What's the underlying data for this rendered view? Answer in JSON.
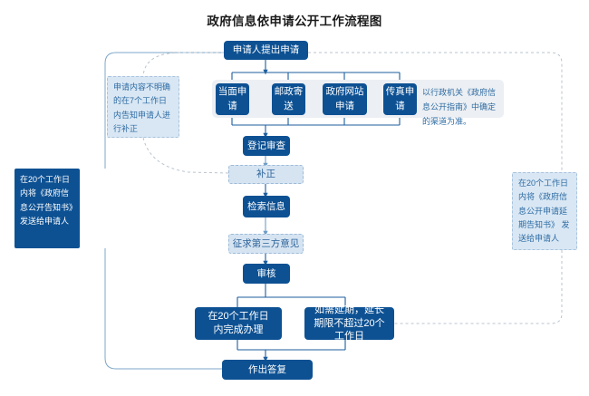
{
  "title": "政府信息依申请公开工作流程图",
  "colors": {
    "primary": "#0d5193",
    "light_box": "#d6e4f2",
    "light_text": "#2f6ca3",
    "panel": "#eceff3",
    "connector_solid": "#2f6ca3",
    "connector_dashed": "#aab9c7",
    "title_text": "#1b1b1b",
    "white": "#ffffff"
  },
  "nodes": {
    "start": {
      "label": "申请人提出申请",
      "style": "solid"
    },
    "channels": [
      {
        "label": "当面申请",
        "style": "solid"
      },
      {
        "label": "邮政寄送",
        "style": "solid"
      },
      {
        "label": "政府网站申请",
        "style": "solid"
      },
      {
        "label": "传真申请",
        "style": "solid"
      }
    ],
    "channel_note": "以行政机关《政府信息公开指南》中确定的渠道为准。",
    "register_review": {
      "label": "登记审查",
      "style": "solid"
    },
    "correction": {
      "label": "补正",
      "style": "light"
    },
    "retrieve_info": {
      "label": "检索信息",
      "style": "solid"
    },
    "third_party": {
      "label": "征求第三方意见",
      "style": "light"
    },
    "audit": {
      "label": "审核",
      "style": "solid"
    },
    "finish_20days": {
      "label": "在20个工作日内完成办理",
      "style": "solid"
    },
    "extend_20days": {
      "label": "如需延期，延长期限不超过20个工作日",
      "style": "solid"
    },
    "reply": {
      "label": "作出答复",
      "style": "solid"
    }
  },
  "notes": {
    "left_correction": "申请内容不明确的在7个工作日内告知申请人进行补正",
    "left_notice": "在20个工作日内将《政府信息公开告知书》发送给申请人",
    "right_extension": "在20个工作日内将《政府信息公开申请延期告知书》 发送给申请人"
  }
}
